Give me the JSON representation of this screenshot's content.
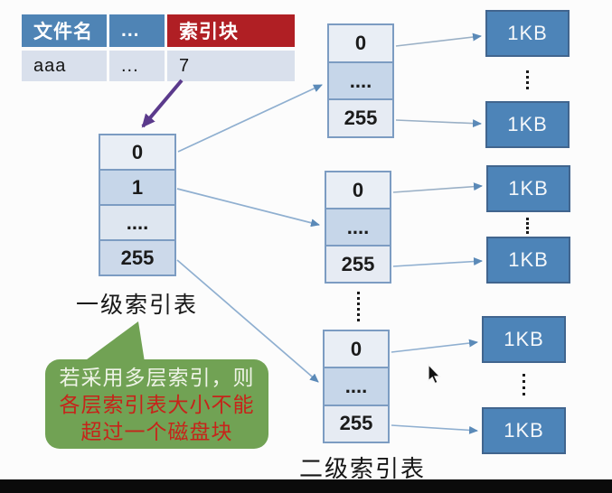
{
  "file_table": {
    "headers": [
      "文件名",
      "...",
      "索引块"
    ],
    "row": [
      "aaa",
      "...",
      "7"
    ]
  },
  "level1_table": {
    "cells": [
      "0",
      "1",
      "....",
      "255"
    ],
    "label": "一级索引表"
  },
  "level2": {
    "label": "二级索引表",
    "tables": [
      {
        "cells": [
          "0",
          "....",
          "255"
        ]
      },
      {
        "cells": [
          "0",
          "....",
          "255"
        ]
      },
      {
        "cells": [
          "0",
          "....",
          "255"
        ]
      }
    ]
  },
  "blocks": {
    "label": "1KB"
  },
  "callout": {
    "lines": [
      {
        "text": "若采用多层索引，则",
        "color": "#eef3e6"
      },
      {
        "text": "各层索引表大小不能",
        "color": "#c6241a"
      },
      {
        "text": "超过一个磁盘块",
        "color": "#c6241a"
      }
    ]
  },
  "colors": {
    "header_blue": "#4f84b5",
    "header_red": "#b01f24",
    "data_row_fill": "#d9e0ec",
    "index_cell_light": "#e9eef5",
    "index_cell_dark": "#c6d6e9",
    "index_table_border": "#7c9cc2",
    "block_fill": "#4d84b8",
    "block_border": "#41658e",
    "bubble_green": "#71a254",
    "arrow_blue": "#8fafd0",
    "arrow_purple": "#5b3a8c"
  }
}
